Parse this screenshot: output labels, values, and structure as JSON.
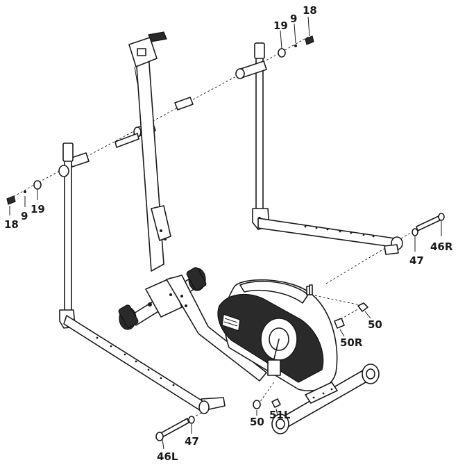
{
  "labels": {
    "l18_top": "18",
    "l9_top": "9",
    "l19_top": "19",
    "l18_left": "18",
    "l9_left": "9",
    "l19_left": "19",
    "l46R": "46R",
    "l47_right": "47",
    "l50_right": "50",
    "l50R": "50R",
    "l50_bottom": "50",
    "l51L": "51L",
    "l46L": "46L",
    "l47_left": "47"
  },
  "colors": {
    "line": "#1a1a1a",
    "console_dark": "#2a2a2a",
    "background": "#ffffff"
  }
}
